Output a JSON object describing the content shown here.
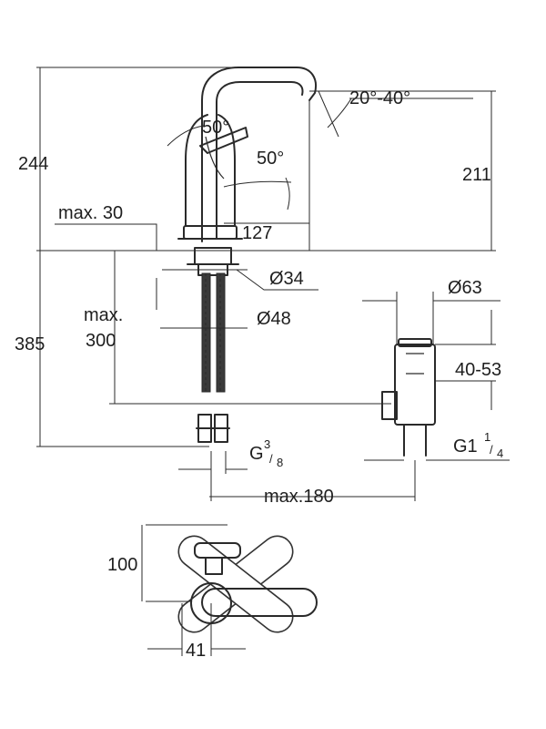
{
  "labels": {
    "height_total": "244",
    "swivel_angle": "20°-40°",
    "lever_angle_left": "50°",
    "lever_angle_right": "50°",
    "spout_height": "211",
    "max_thickness": "max. 30",
    "reach": "127",
    "hole_diameter": "Ø34",
    "base_diameter": "Ø48",
    "below_height": "385",
    "max_300_a": "max.",
    "max_300_b": "300",
    "waste_diameter": "Ø63",
    "waste_range": "40-53",
    "inlet_thread": "G",
    "inlet_frac_num": "3",
    "inlet_frac_den": "8",
    "waste_thread": "G1",
    "waste_frac_num": "1",
    "waste_frac_den": "4",
    "max_180": "max.180",
    "top_lever_height": "100",
    "top_offset": "41"
  }
}
